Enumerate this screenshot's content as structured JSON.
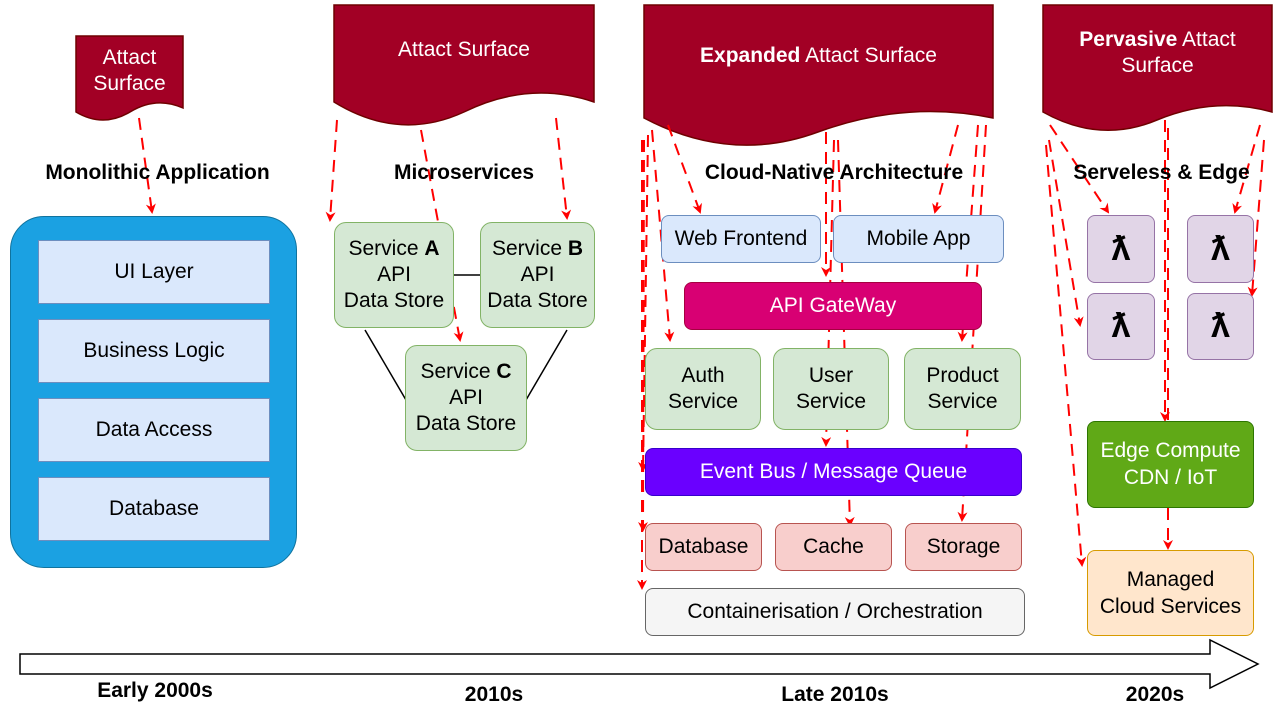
{
  "colors": {
    "flag": "#a20025",
    "arrow": "#ff0000",
    "monolith_frame": "#1ba1e2",
    "layer_fill": "#dae8fc",
    "service_fill": "#d5e8d4",
    "gateway": "#d80073",
    "event_bus": "#6a00ff",
    "data_fill": "#f8cecc",
    "lambda_fill": "#e1d5e7",
    "edge_compute": "#60a917",
    "managed_fill": "#ffe6cc"
  },
  "monolith": {
    "flag_line1": "Attact",
    "flag_line2": "Surface",
    "title": "Monolithic Application",
    "layers": [
      "UI Layer",
      "Business Logic",
      "Data Access",
      "Database"
    ]
  },
  "micro": {
    "flag": "Attact Surface",
    "title": "Microservices",
    "services": [
      {
        "prefix": "Service ",
        "letter": "A",
        "line2": "API",
        "line3": "Data Store"
      },
      {
        "prefix": "Service ",
        "letter": "B",
        "line2": "API",
        "line3": "Data Store"
      },
      {
        "prefix": "Service ",
        "letter": "C",
        "line2": "API",
        "line3": "Data Store"
      }
    ]
  },
  "cloud": {
    "flag_bold": "Expanded",
    "flag_rest": " Attact Surface",
    "title": "Cloud-Native Architecture",
    "web": "Web Frontend",
    "mobile": "Mobile App",
    "gateway": "API GateWay",
    "services": [
      {
        "line1": "Auth",
        "line2": "Service"
      },
      {
        "line1": "User",
        "line2": "Service"
      },
      {
        "line1": "Product",
        "line2": "Service"
      }
    ],
    "bus": "Event Bus / Message Queue",
    "database": "Database",
    "cache": "Cache",
    "storage": "Storage",
    "container": "Containerisation / Orchestration"
  },
  "serverless": {
    "flag_bold": "Pervasive",
    "flag_rest": " Attact",
    "flag_line2": "Surface",
    "title": "Serveless & Edge",
    "lambda_symbol": "ƛ",
    "edge_line1": "Edge Compute",
    "edge_line2": "CDN / IoT",
    "managed_line1": "Managed",
    "managed_line2": "Cloud Services"
  },
  "timeline": {
    "eras": [
      "Early 2000s",
      "2010s",
      "Late 2010s",
      "2020s"
    ]
  }
}
